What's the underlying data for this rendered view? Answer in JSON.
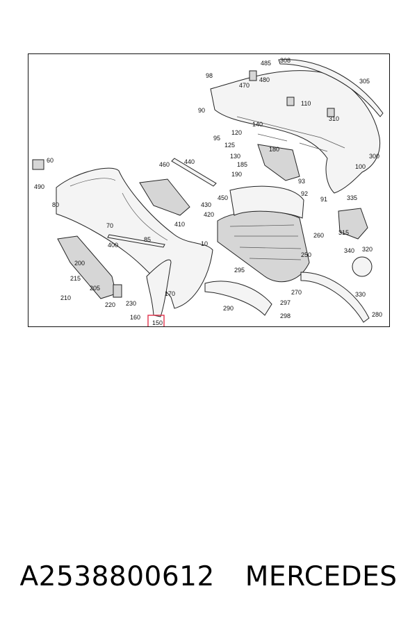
{
  "diagram": {
    "highlight_color": "#e0304a",
    "highlighted_label": "150",
    "labels": [
      "485",
      "308",
      "470",
      "480",
      "98",
      "305",
      "110",
      "90",
      "310",
      "140",
      "120",
      "95",
      "125",
      "180",
      "300",
      "130",
      "100",
      "60",
      "460",
      "440",
      "185",
      "190",
      "93",
      "490",
      "92",
      "450",
      "420",
      "91",
      "335",
      "80",
      "430",
      "410",
      "70",
      "260",
      "315",
      "85",
      "10",
      "400",
      "340",
      "320",
      "250",
      "200",
      "295",
      "215",
      "205",
      "270",
      "210",
      "170",
      "220",
      "230",
      "330",
      "290",
      "297",
      "160",
      "280",
      "298",
      "150"
    ]
  },
  "caption": {
    "part_number": "A2538800612",
    "brand": "MERCEDES"
  }
}
